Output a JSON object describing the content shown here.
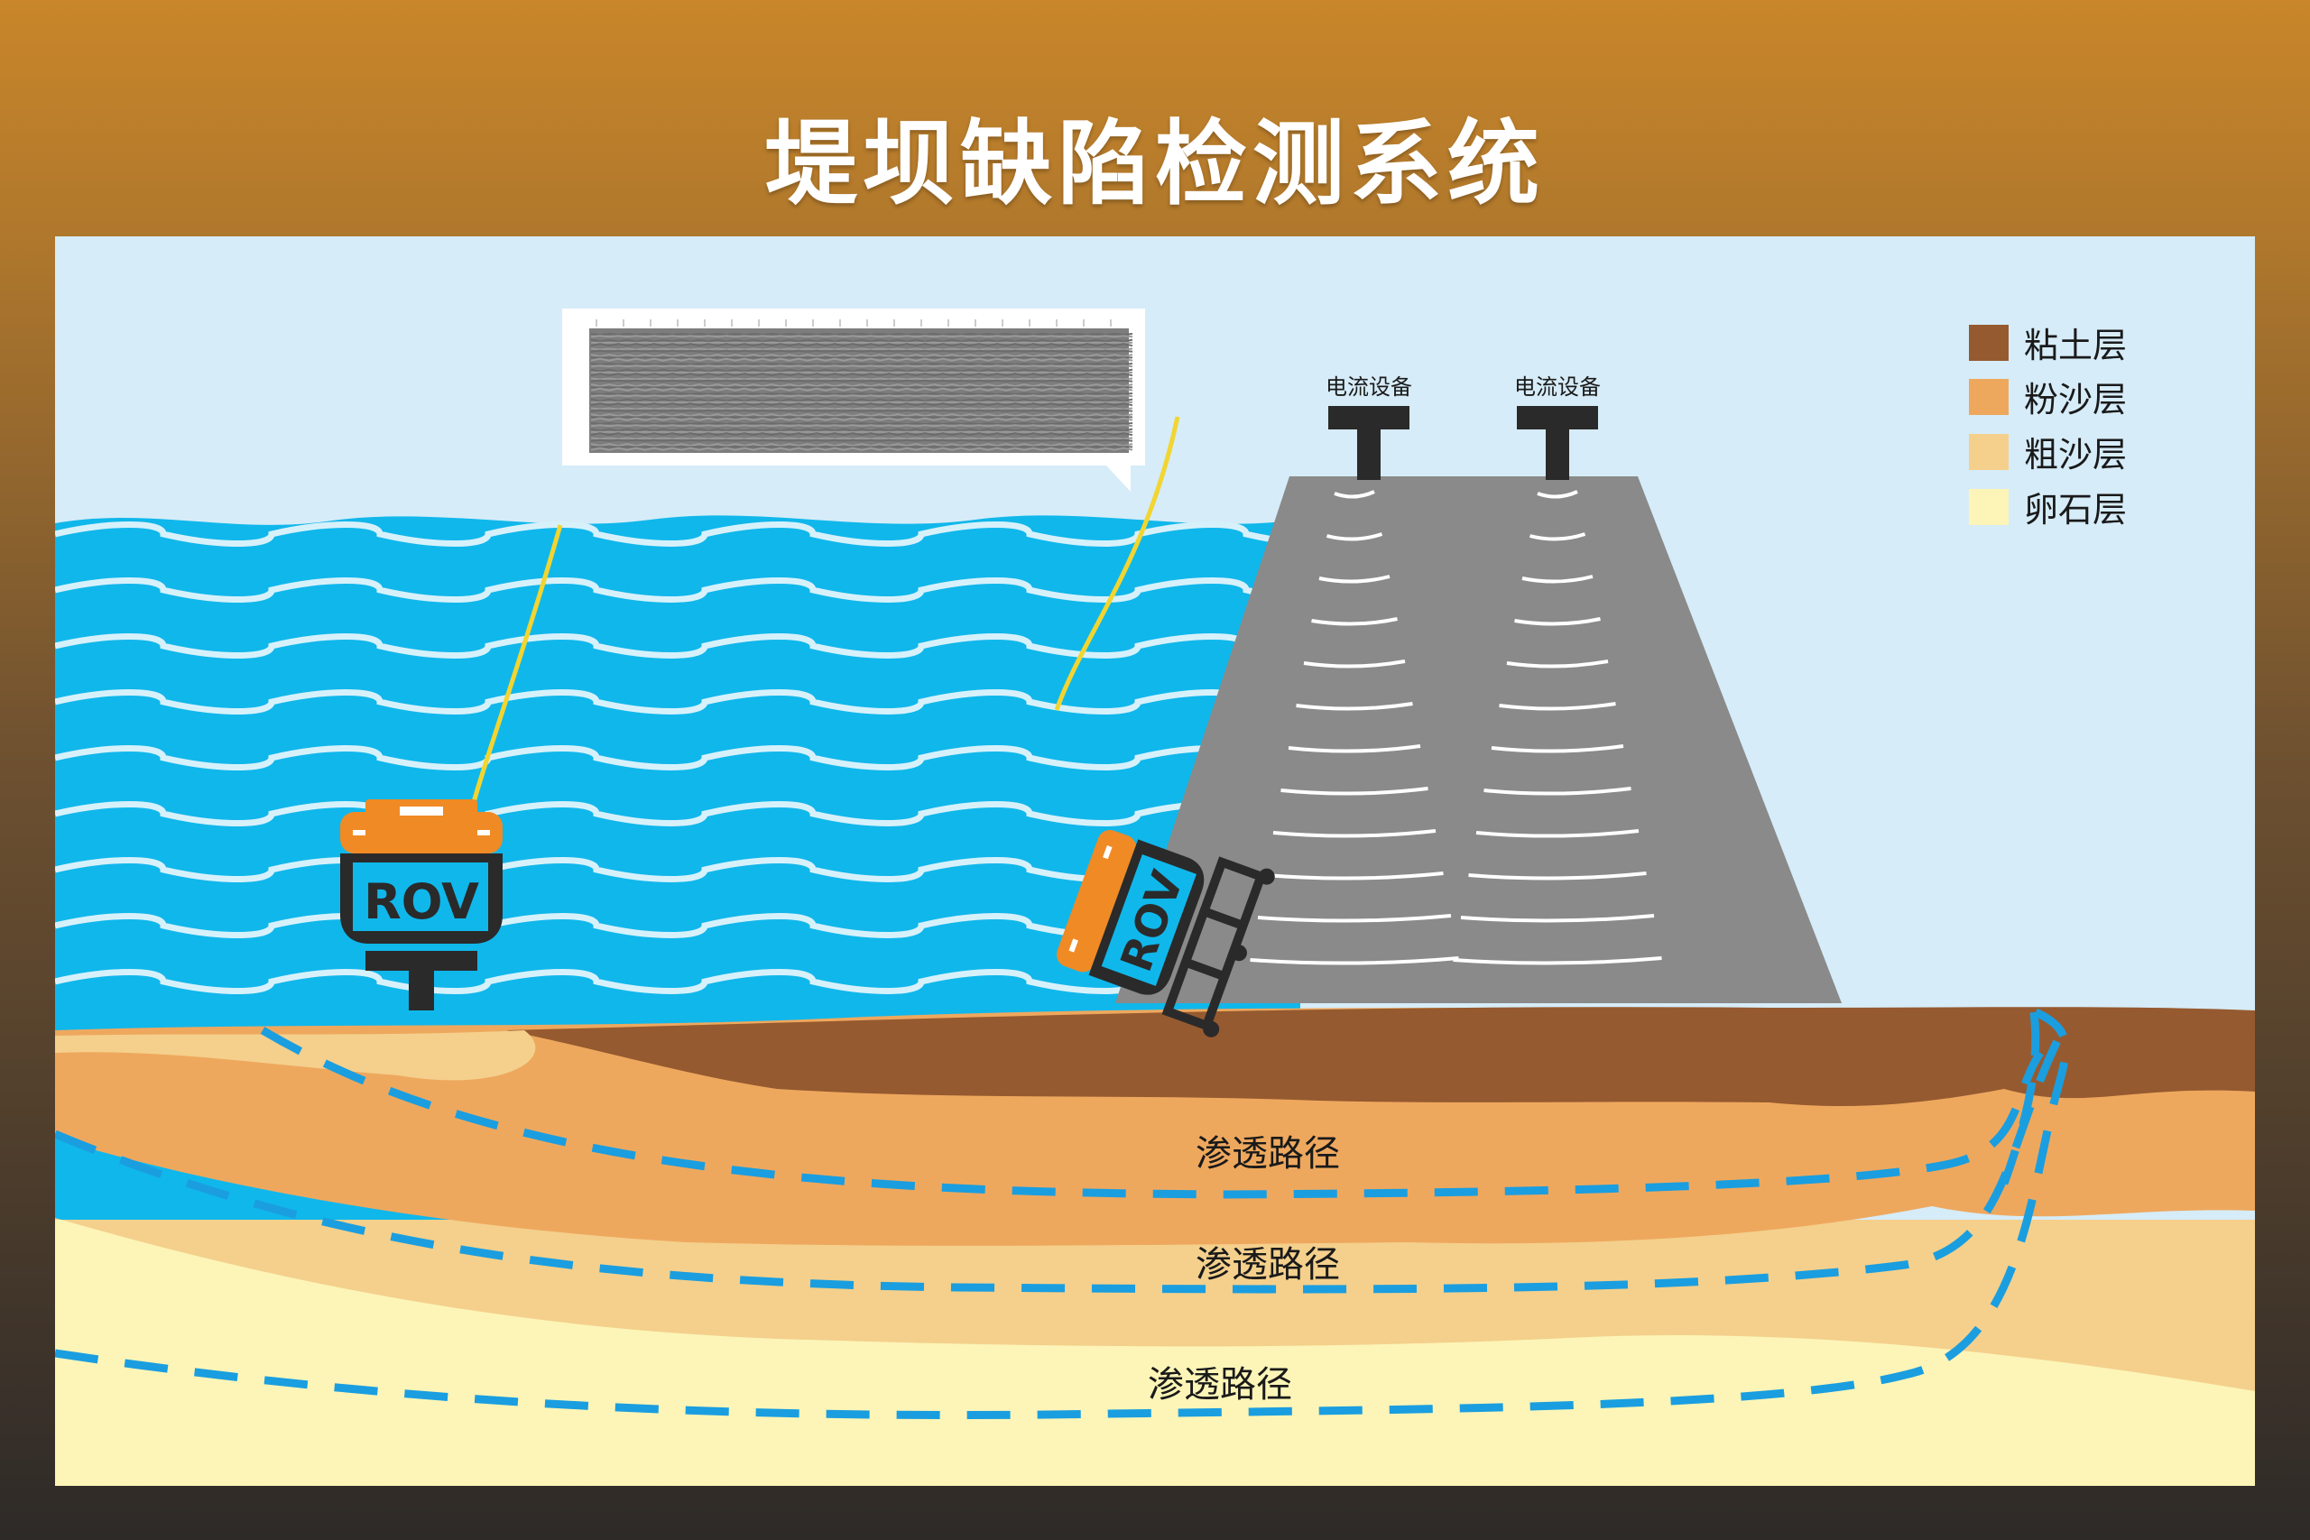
{
  "title": "堤坝缺陷检测系统",
  "legend": [
    {
      "label": "粘土层",
      "color": "#965a30"
    },
    {
      "label": "粉沙层",
      "color": "#eea85e"
    },
    {
      "label": "粗沙层",
      "color": "#f4d08c"
    },
    {
      "label": "卵石层",
      "color": "#fcf5b7"
    }
  ],
  "devices": {
    "current_label_1": "电流设备",
    "current_label_2": "电流设备",
    "rov_left": "ROV",
    "rov_right": "ROV"
  },
  "paths": [
    "渗透路径",
    "渗透路径",
    "渗透路径"
  ],
  "colors": {
    "water": "#10b7eb",
    "sky": "#d6ecf8",
    "dam": "#8a8a8a",
    "rov_orange": "#f08a24",
    "path": "#1a9ee0",
    "cable": "#f2d530"
  }
}
